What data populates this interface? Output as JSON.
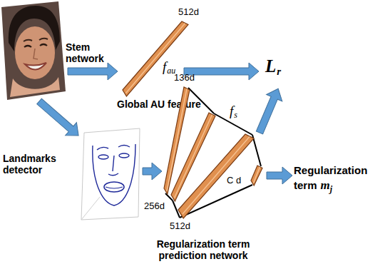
{
  "diagram": {
    "nodes": [
      {
        "text": [
          "512d",
          "Global AU feature"
        ]
      },
      {
        "text": [
          "136d"
        ]
      },
      {
        "text": [
          "256d"
        ]
      },
      {
        "text": [
          "512d"
        ]
      },
      {
        "text": [
          "C d"
        ]
      }
    ],
    "edges": [
      {
        "from": 1,
        "to": 2,
        "arrow": "none"
      },
      {
        "from": 2,
        "to": 3,
        "arrow": "none"
      },
      {
        "from": 3,
        "to": 4,
        "arrow": "none"
      }
    ],
    "labels": [
      "Stem network",
      "f",
      "au",
      "L",
      "r",
      "Landmarks detector",
      "f",
      "s",
      "Regularization term",
      "m",
      "j",
      "Regularization term prediction network"
    ]
  }
}
